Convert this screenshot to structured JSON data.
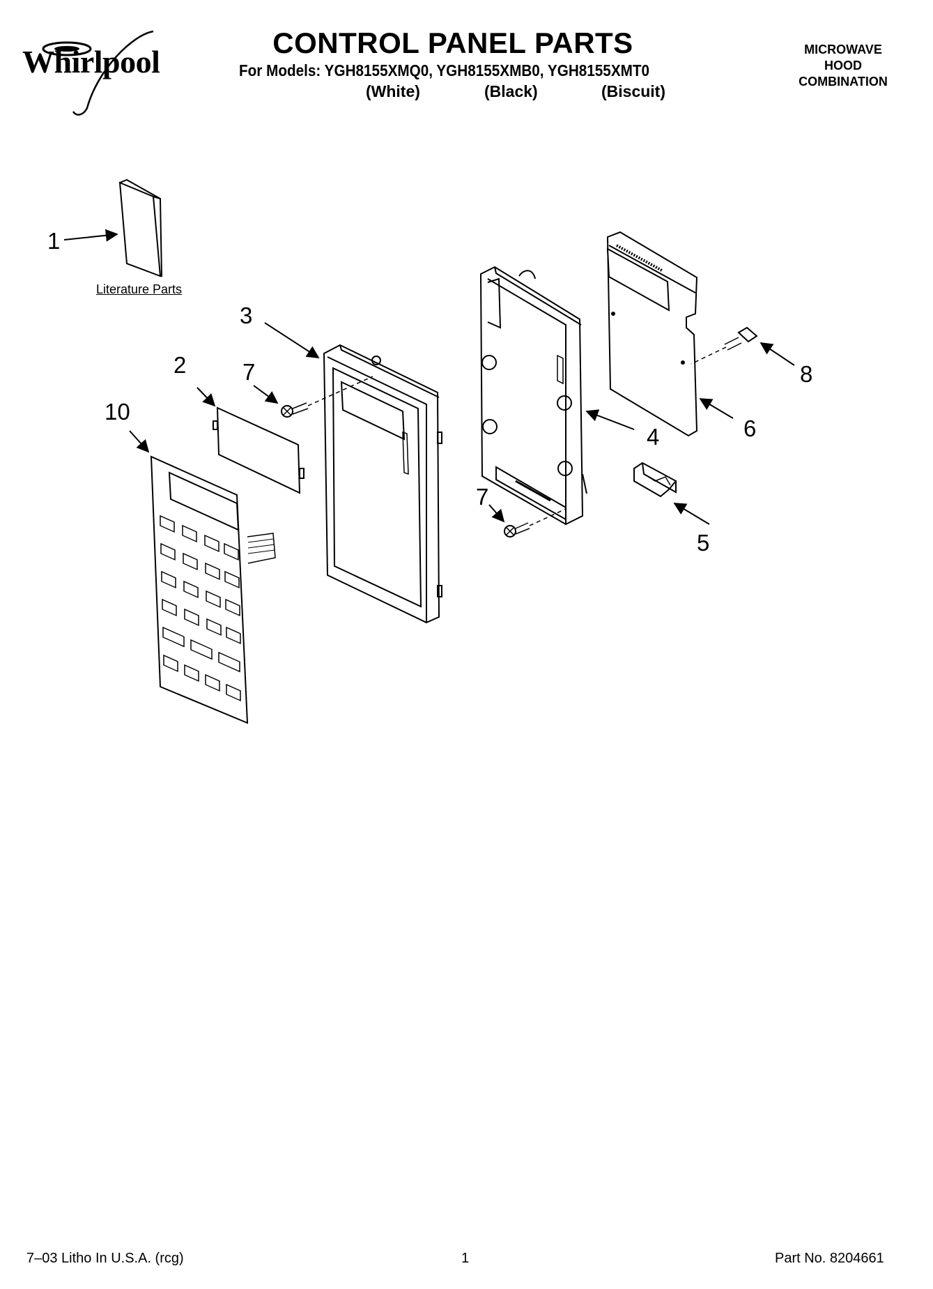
{
  "header": {
    "brand": "Whirlpool",
    "title": "CONTROL PANEL PARTS",
    "models_line": "For Models: YGH8155XMQ0, YGH8155XMB0, YGH8155XMT0",
    "variants": [
      "(White)",
      "(Black)",
      "(Biscuit)"
    ],
    "category": [
      "MICROWAVE",
      "HOOD",
      "COMBINATION"
    ]
  },
  "diagram": {
    "callouts": [
      "1",
      "2",
      "3",
      "4",
      "5",
      "6",
      "7",
      "7",
      "8",
      "10"
    ],
    "literature_label": "Literature Parts"
  },
  "footer": {
    "left": "7–03 Litho In U.S.A. (rcg)",
    "center": "1",
    "right": "Part No. 8204661"
  }
}
